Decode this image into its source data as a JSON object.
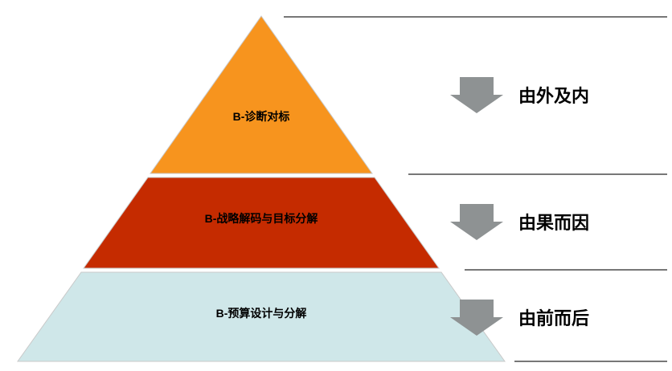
{
  "diagram": {
    "type": "pyramid",
    "pyramid": {
      "layers": [
        {
          "label": "B-诊断对标",
          "color": "#F7941E"
        },
        {
          "label": "B-战略解码与目标分解",
          "color": "#C52B00"
        },
        {
          "label": "B-预算设计与分解",
          "color": "#CFE7E9"
        }
      ]
    },
    "annotations": [
      {
        "label": "由外及内"
      },
      {
        "label": "由果而因"
      },
      {
        "label": "由前而后"
      }
    ],
    "colors": {
      "arrow": "#8E9293",
      "separator_line": "#4A4A4A",
      "text": "#000000"
    }
  }
}
